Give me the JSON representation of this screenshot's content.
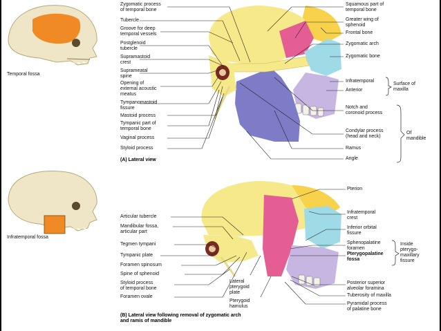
{
  "panel_a": {
    "caption": "(A) Lateral view",
    "thumb_caption": "Temporal fossa",
    "left_labels": [
      "Zygomatic process\nof temporal bone",
      "Tubercle",
      "Groove for deep\ntemporal vessels",
      "Postglenoid\ntubercle",
      "Supramastoid\ncrest",
      "Suprameatal\nspine",
      "Opening of\nexternal acoustic\nmeatus",
      "Tympanomastoid\nfissure",
      "Mastoid process",
      "Tympanic part of\ntemporal bone",
      "Vaginal process",
      "Styloid process"
    ],
    "right_labels": [
      "Squamous part of\ntemporal bone",
      "Greater wing of\nsphenoid",
      "Frontal bone",
      "Zygomatic arch",
      "Zygomatic bone",
      "Infratemporal",
      "Anterior",
      "Notch and\ncoronoid process",
      "Condylar process\n(head and neck)",
      "Ramus",
      "Angle"
    ],
    "group_maxilla": "Surface of\nmaxilla",
    "group_mandible": "Of\nmandible"
  },
  "panel_b": {
    "caption": "(B) Lateral view following removal of zygomatic arch\nand ramis of mandible",
    "thumb_caption": "Infratemporal fossa",
    "left_labels": [
      "Articular tubercle",
      "Mandibular fossa,\narticular part",
      "Tegmen tympani",
      "Tympanic plate",
      "Foramen spinosum",
      "Spine of sphenoid",
      "Styloid process\nof temporal bone",
      "Foramen ovale"
    ],
    "bottom_labels": [
      "Lateral\npterygoid\nplate",
      "Pterygoid\nhamulus"
    ],
    "right_labels": [
      "Pterion",
      "Infratemporal\ncrest",
      "Inferior orbital\nfissure",
      "Sphenopalatine\nforamen",
      "Pterygopalatine\nfossa",
      "Posterior superior\nalveolar foramina",
      "Tuberosity of maxilla",
      "Pyramidal process\nof palatine bone"
    ],
    "group_pterygo": "Inside\npterygo-\nmaxillary\nfissure"
  },
  "colors": {
    "temporal": "#f5e98a",
    "sphenoid": "#e45d93",
    "frontal": "#f7d24a",
    "zygomatic": "#9fdbe6",
    "maxilla": "#c8b6e2",
    "mandible": "#7e7cc7",
    "fossa_highlight": "#f08a24",
    "bone_base": "#efe6c8"
  }
}
